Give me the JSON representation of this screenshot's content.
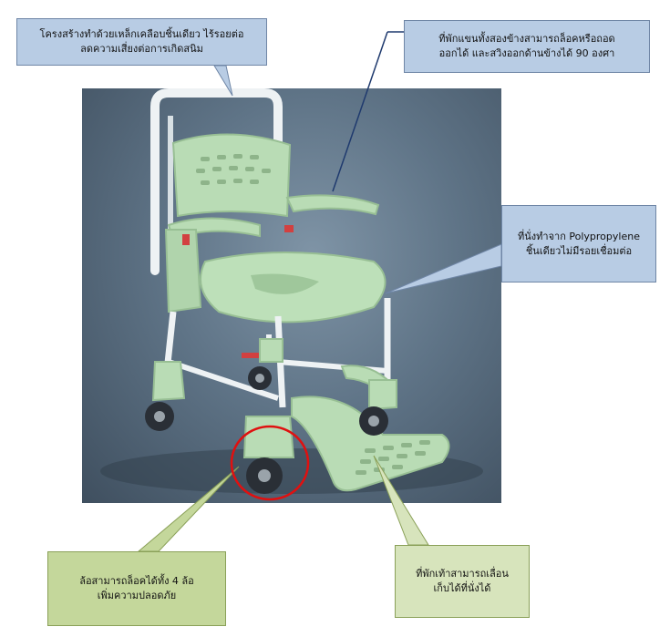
{
  "callouts": {
    "frame": {
      "line1": "โครงสร้างทำด้วยเหล็กเคลือบชิ้นเดียว ไร้รอยต่อ",
      "line2": "ลดความเสี่ยงต่อการเกิดสนิม"
    },
    "armrest": {
      "line1": "ที่พักแขนทั้งสองข้างสามารถล็อคหรือถอด",
      "line2": "ออกได้ และสวิงออกด้านข้างได้ 90 องศา"
    },
    "seat": {
      "line1": "ที่นั่งทำจาก Polypropylene",
      "line2": "ชิ้นเดียวไม่มีรอยเชื่อมต่อ"
    },
    "wheels": {
      "line1": "ล้อสามารถล็อคได้ทั้ง 4 ล้อ",
      "line2": "เพิ่มความปลอดภัย"
    },
    "footrest": {
      "line1": "ที่พักเท้าสามารถเลื่อน",
      "line2": "เก็บได้ที่นั่งได้"
    }
  },
  "colors": {
    "callout_blue": "#b8cce4",
    "callout_green": "#c4d79b",
    "callout_green_light": "#d7e4bc",
    "chair_green": "#b9dcb5",
    "highlight_red": "#e01010",
    "pointer_line": "#1f3a6e"
  }
}
